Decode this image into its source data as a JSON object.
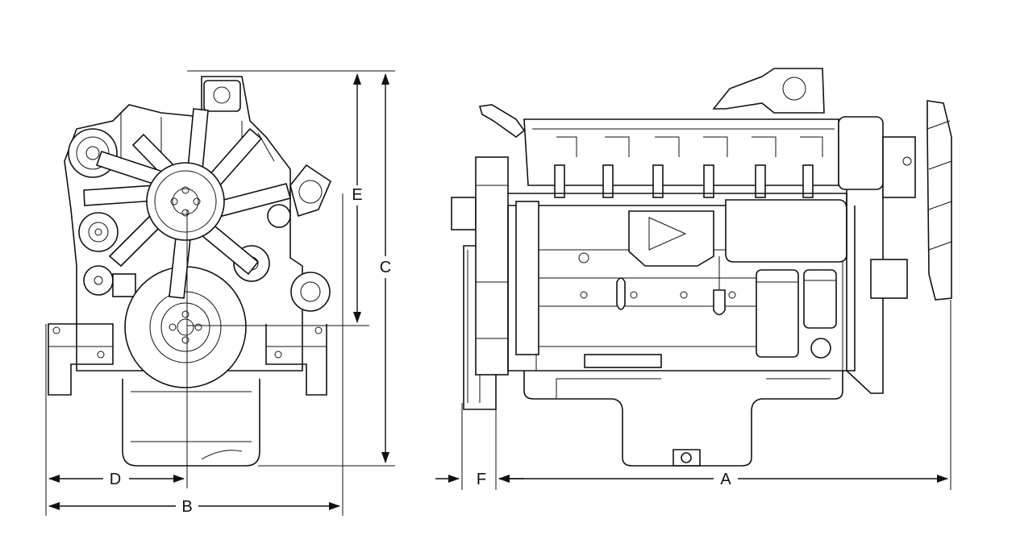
{
  "drawing": {
    "dimension_labels": {
      "a": "A",
      "b": "B",
      "c": "C",
      "d": "D",
      "e": "E",
      "f": "F"
    }
  }
}
